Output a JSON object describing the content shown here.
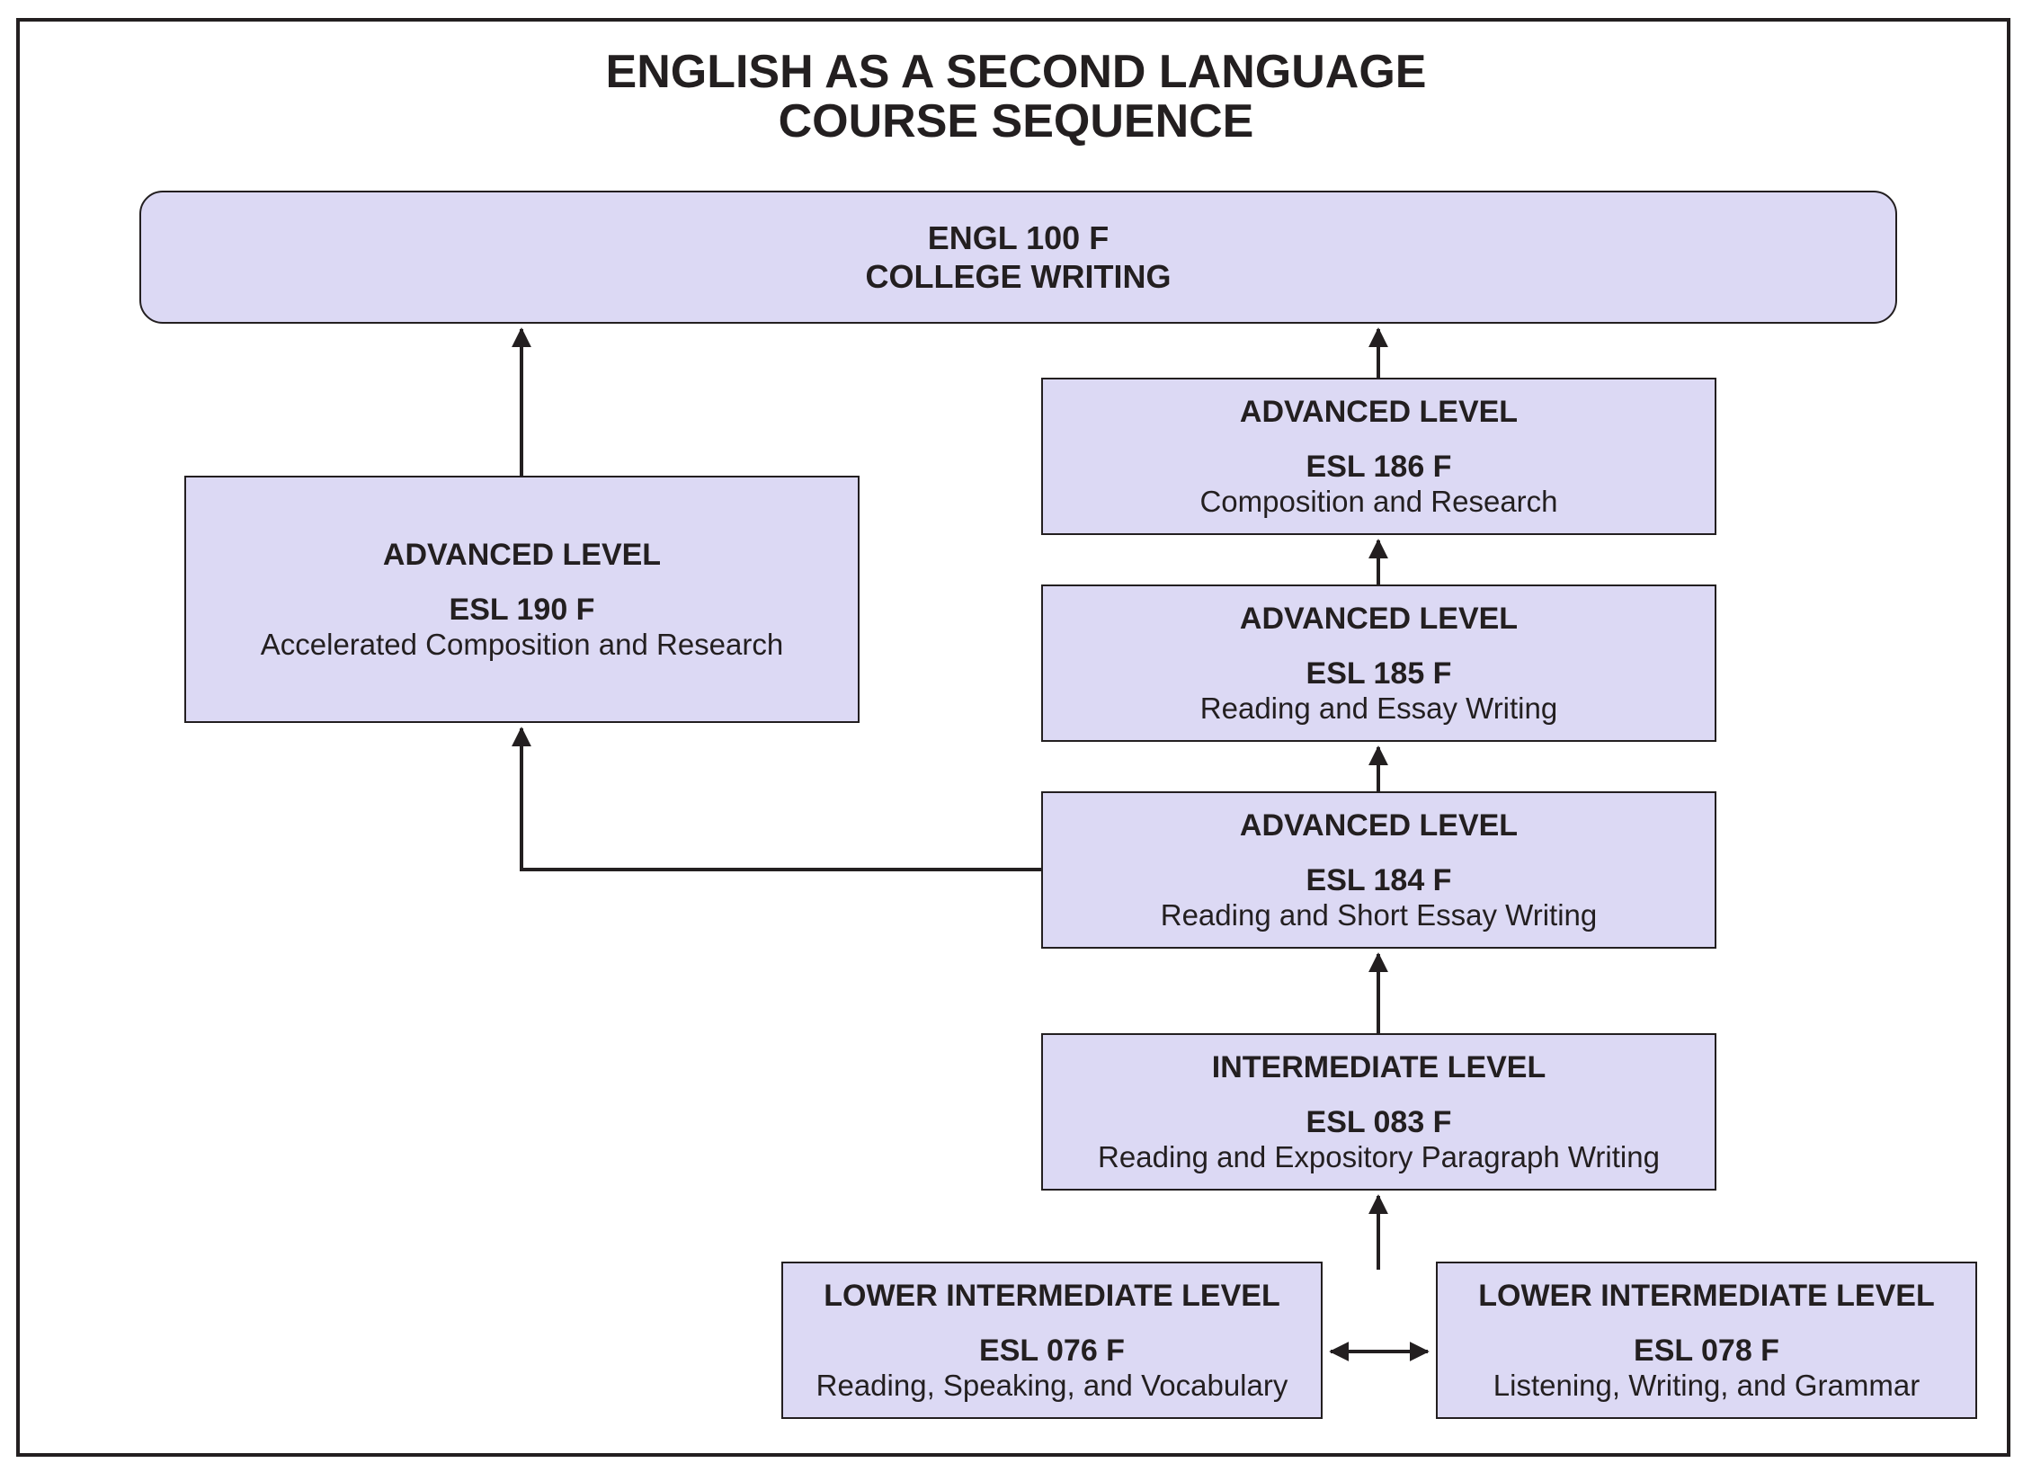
{
  "title": {
    "line1": "ENGLISH AS A SECOND LANGUAGE",
    "line2": "COURSE SEQUENCE"
  },
  "courses": {
    "engl100": {
      "line1": "ENGL 100 F",
      "line2": "COLLEGE WRITING"
    },
    "esl190": {
      "level": "ADVANCED LEVEL",
      "code": "ESL 190 F",
      "name": "Accelerated Composition and Research"
    },
    "esl186": {
      "level": "ADVANCED LEVEL",
      "code": "ESL 186 F",
      "name": "Composition and Research"
    },
    "esl185": {
      "level": "ADVANCED LEVEL",
      "code": "ESL 185 F",
      "name": "Reading and Essay Writing"
    },
    "esl184": {
      "level": "ADVANCED LEVEL",
      "code": "ESL 184 F",
      "name": "Reading and Short Essay Writing"
    },
    "esl083": {
      "level": "INTERMEDIATE LEVEL",
      "code": "ESL 083 F",
      "name": "Reading and Expository Paragraph Writing"
    },
    "esl076": {
      "level": "LOWER INTERMEDIATE LEVEL",
      "code": "ESL 076 F",
      "name": "Reading, Speaking, and Vocabulary"
    },
    "esl078": {
      "level": "LOWER INTERMEDIATE LEVEL",
      "code": "ESL 078 F",
      "name": "Listening, Writing, and Grammar"
    }
  },
  "colors": {
    "box_fill": "#dcd9f4",
    "stroke": "#231f20"
  }
}
